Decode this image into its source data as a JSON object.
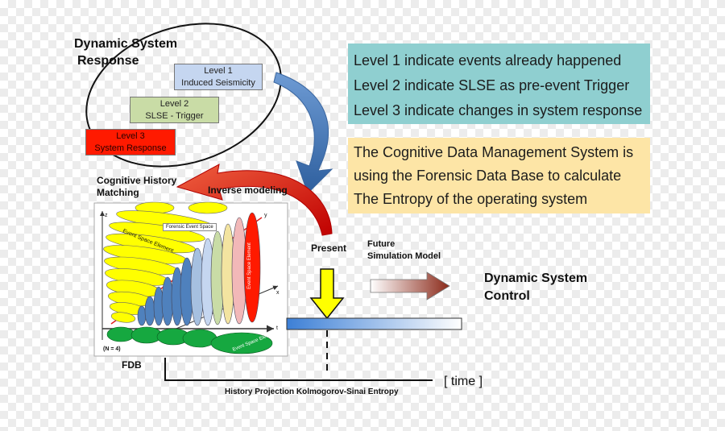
{
  "response_title": [
    "Dynamic System",
    "Response"
  ],
  "levels": [
    {
      "name": "Level 1",
      "desc": "Induced Seismicity"
    },
    {
      "name": "Level 2",
      "desc": "SLSE - Trigger"
    },
    {
      "name": "Level 3",
      "desc": "System Response"
    }
  ],
  "info_levels": [
    "Level 1 indicate events already happened",
    "Level 2 indicate SLSE as pre-event Trigger",
    "Level 3 indicate changes in system response"
  ],
  "info_cdms": [
    "The Cognitive Data Management System is",
    "using the Forensic Data Base to calculate",
    "The Entropy of the operating system"
  ],
  "cognitive_label": [
    "Cognitive History",
    "Matching"
  ],
  "inverse_label": "Inverse modeling",
  "forensic_label": "Forensic Event Space",
  "event_element_label": "Event Space Element",
  "axes": {
    "z": "z",
    "y": "y",
    "x": "x",
    "t": "t"
  },
  "n_label": "(N = 4)",
  "fdb_label": "FDB",
  "present_label": "Present",
  "future_label": [
    "Future",
    "Simulation Model"
  ],
  "control_label": [
    "Dynamic System",
    "Control"
  ],
  "time_label": "[ time ]",
  "history_label": "History Projection Kolmogorov-Sinai Entropy",
  "colors": {
    "info_blue": "#8fcfd0",
    "info_yellow": "#fde5a6",
    "level1": "#c5d6f0",
    "level2": "#c9dca6",
    "level3": "#ff1a00",
    "ellipse_yellow": "#ffff00",
    "ellipse_green": "#16a840",
    "ellipse_blue": "#4f81bd",
    "timeline_blue": "#3c7fd6",
    "arrow_dark_red": "#8b2a1a"
  }
}
